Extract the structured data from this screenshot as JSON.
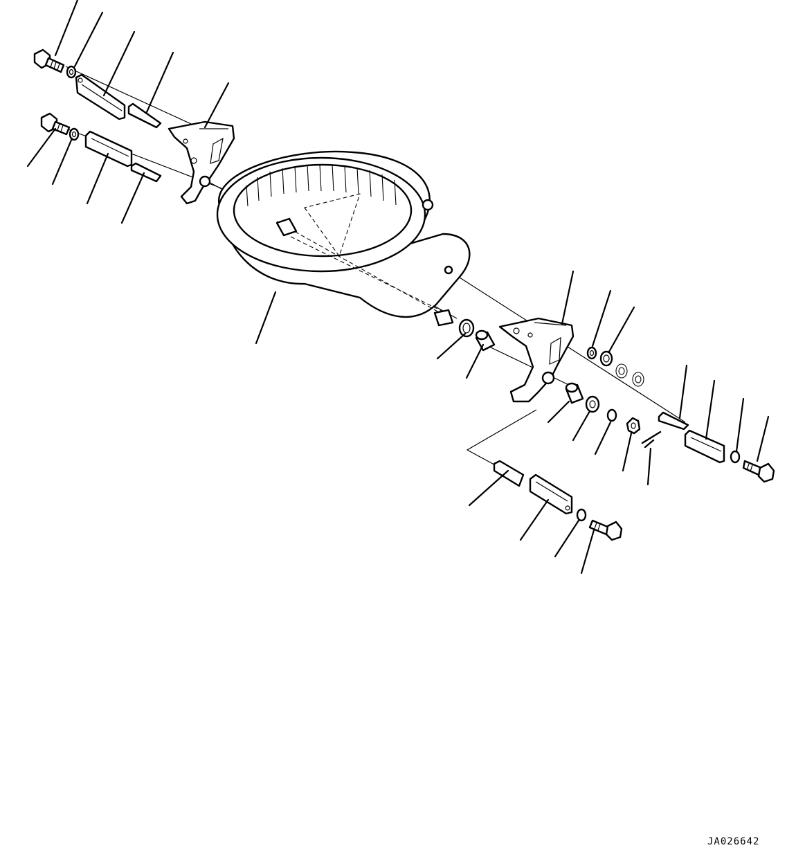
{
  "drawing": {
    "code": "JA026642",
    "background": "#ffffff",
    "line_color": "#000000"
  },
  "parts": [
    {
      "name": "bolt",
      "count": 4
    },
    {
      "name": "washer",
      "count": 4
    },
    {
      "name": "cover",
      "count": 4
    },
    {
      "name": "plate",
      "count": 4
    },
    {
      "name": "bracket",
      "count": 2
    },
    {
      "name": "frame-ring",
      "count": 1
    },
    {
      "name": "seal",
      "count": 1
    },
    {
      "name": "bushing",
      "count": 2
    },
    {
      "name": "spacer",
      "count": 3
    },
    {
      "name": "nut",
      "count": 1
    },
    {
      "name": "cotter-pin",
      "count": 1
    }
  ]
}
